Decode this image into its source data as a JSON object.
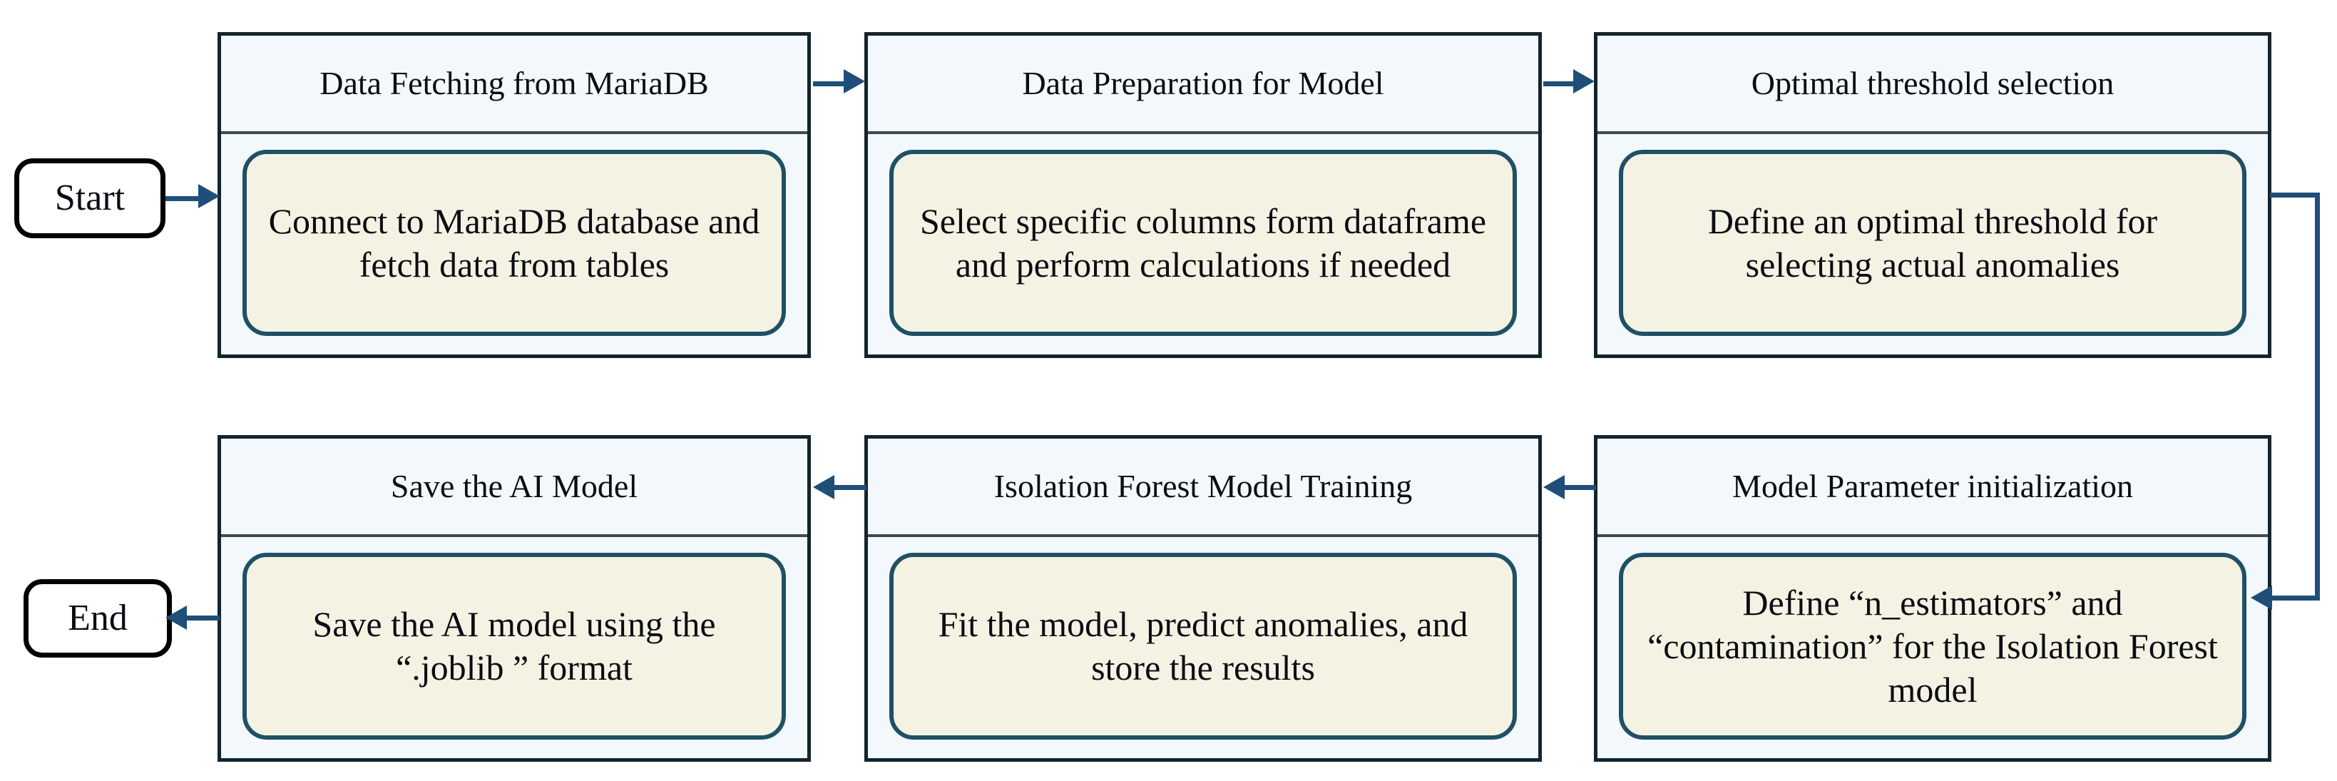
{
  "diagram": {
    "title": "Isolation Forest anomaly detection pipeline flowchart",
    "colors": {
      "stage_fill": "#f2f8fc",
      "stage_border": "#14242e",
      "detail_fill": "#f4f3e3",
      "detail_border": "#1f5065",
      "connector": "#1f4e79",
      "terminator_border": "#000000",
      "background": "#ffffff"
    },
    "terminators": {
      "start": "Start",
      "end": "End"
    },
    "stages": [
      {
        "id": "data-fetching",
        "header": "Data Fetching from MariaDB",
        "detail": "Connect to MariaDB database and fetch data from tables"
      },
      {
        "id": "data-preparation",
        "header": "Data Preparation for Model",
        "detail": "Select specific columns form dataframe and perform calculations if needed"
      },
      {
        "id": "optimal-threshold",
        "header": "Optimal threshold selection",
        "detail": "Define an optimal threshold for selecting actual anomalies"
      },
      {
        "id": "save-model",
        "header": "Save the AI Model",
        "detail": "Save the AI model using the “.joblib ” format"
      },
      {
        "id": "model-training",
        "header": "Isolation Forest Model Training",
        "detail": "Fit the model, predict anomalies, and store the results"
      },
      {
        "id": "parameter-initialization",
        "header": "Model Parameter initialization",
        "detail": "Define “n_estimators” and “contamination” for the Isolation Forest model"
      }
    ],
    "connectors": [
      {
        "id": "start-to-data-fetching",
        "from": "Start",
        "to": "Data Fetching from MariaDB",
        "direction": "right"
      },
      {
        "id": "data-fetching-to-data-preparation",
        "from": "Data Fetching from MariaDB",
        "to": "Data Preparation for Model",
        "direction": "right"
      },
      {
        "id": "data-preparation-to-optimal-threshold",
        "from": "Data Preparation for Model",
        "to": "Optimal threshold selection",
        "direction": "right"
      },
      {
        "id": "optimal-threshold-to-parameter-initialization",
        "from": "Optimal threshold selection",
        "to": "Model Parameter initialization",
        "direction": "wrap-right-down-left"
      },
      {
        "id": "parameter-initialization-to-model-training",
        "from": "Model Parameter initialization",
        "to": "Isolation Forest Model Training",
        "direction": "left"
      },
      {
        "id": "model-training-to-save-model",
        "from": "Isolation Forest Model Training",
        "to": "Save the AI Model",
        "direction": "left"
      },
      {
        "id": "save-model-to-end",
        "from": "Save the AI Model",
        "to": "End",
        "direction": "left"
      }
    ]
  }
}
